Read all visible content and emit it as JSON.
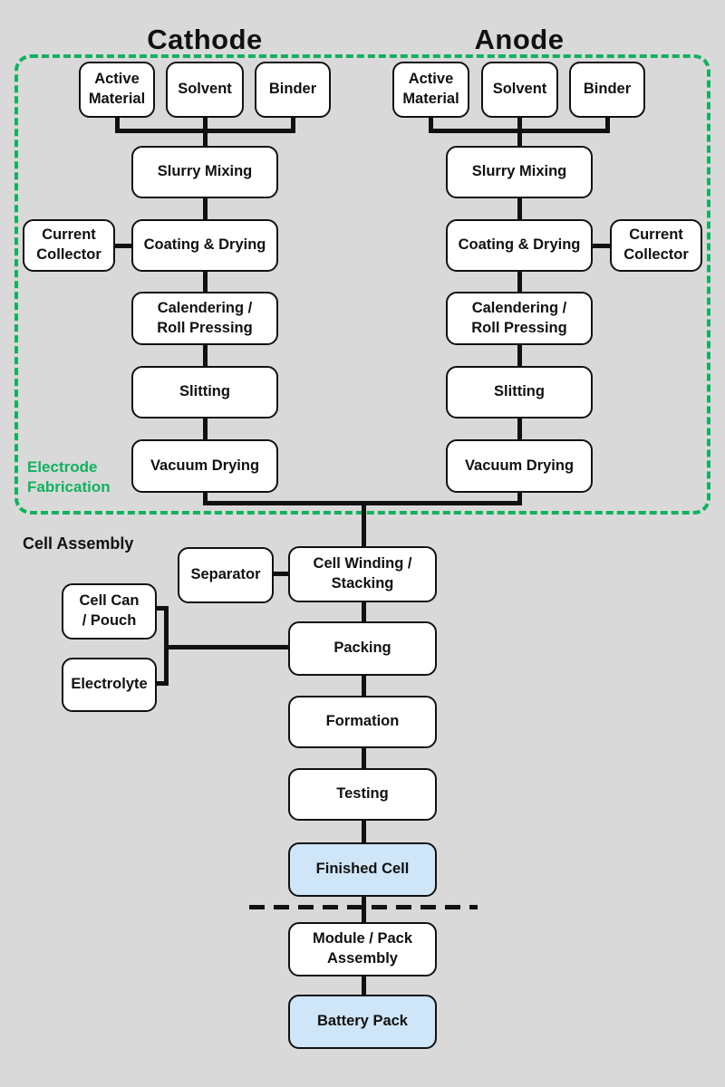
{
  "titles": {
    "cathode": "Cathode",
    "anode": "Anode"
  },
  "labels": {
    "electrode_fabrication": "Electrode\nFabrication",
    "cell_assembly": "Cell Assembly"
  },
  "cathode": {
    "inputs": [
      "Active\nMaterial",
      "Solvent",
      "Binder"
    ],
    "current_collector": "Current\nCollector",
    "steps": [
      "Slurry Mixing",
      "Coating & Drying",
      "Calendering /\nRoll Pressing",
      "Slitting",
      "Vacuum Drying"
    ]
  },
  "anode": {
    "inputs": [
      "Active\nMaterial",
      "Solvent",
      "Binder"
    ],
    "current_collector": "Current\nCollector",
    "steps": [
      "Slurry Mixing",
      "Coating & Drying",
      "Calendering /\nRoll Pressing",
      "Slitting",
      "Vacuum Drying"
    ]
  },
  "assembly": {
    "separator": "Separator",
    "cell_can": "Cell Can\n/ Pouch",
    "electrolyte": "Electrolyte",
    "steps": [
      "Cell Winding /\nStacking",
      "Packing",
      "Formation",
      "Testing"
    ],
    "finished_cell": "Finished Cell",
    "module_pack": "Module / Pack\nAssembly",
    "battery_pack": "Battery Pack"
  },
  "colors": {
    "background": "#d9d9d9",
    "box_fill": "#ffffff",
    "box_outline": "#111111",
    "highlight_fill": "#cfe5f8",
    "section_green": "#10b25e",
    "line": "#111111"
  }
}
